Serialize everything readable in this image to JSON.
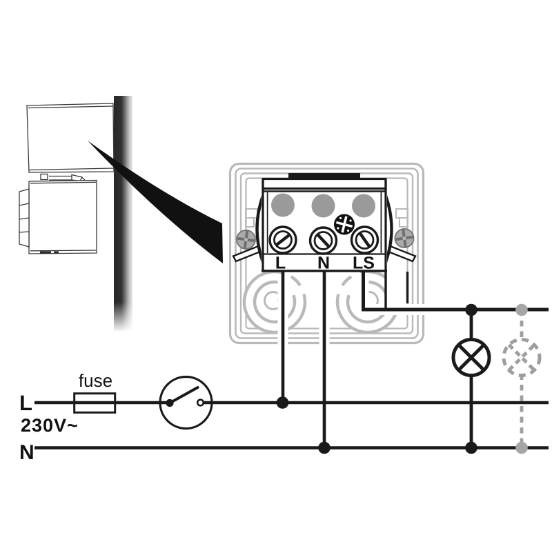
{
  "terminal": {
    "l": "L",
    "n": "N",
    "ls": "LS"
  },
  "circuit": {
    "fuse_label": "fuse",
    "line_l_label": "L",
    "voltage_label": "230V~",
    "line_n_label": "N"
  },
  "colors": {
    "wire": "#1a1a1a",
    "plate_gray": "#b9b9b9",
    "hole_gray": "#9a9a9a",
    "dashed_gray": "#9e9e9e",
    "dot_gray": "#a6a6a6"
  }
}
